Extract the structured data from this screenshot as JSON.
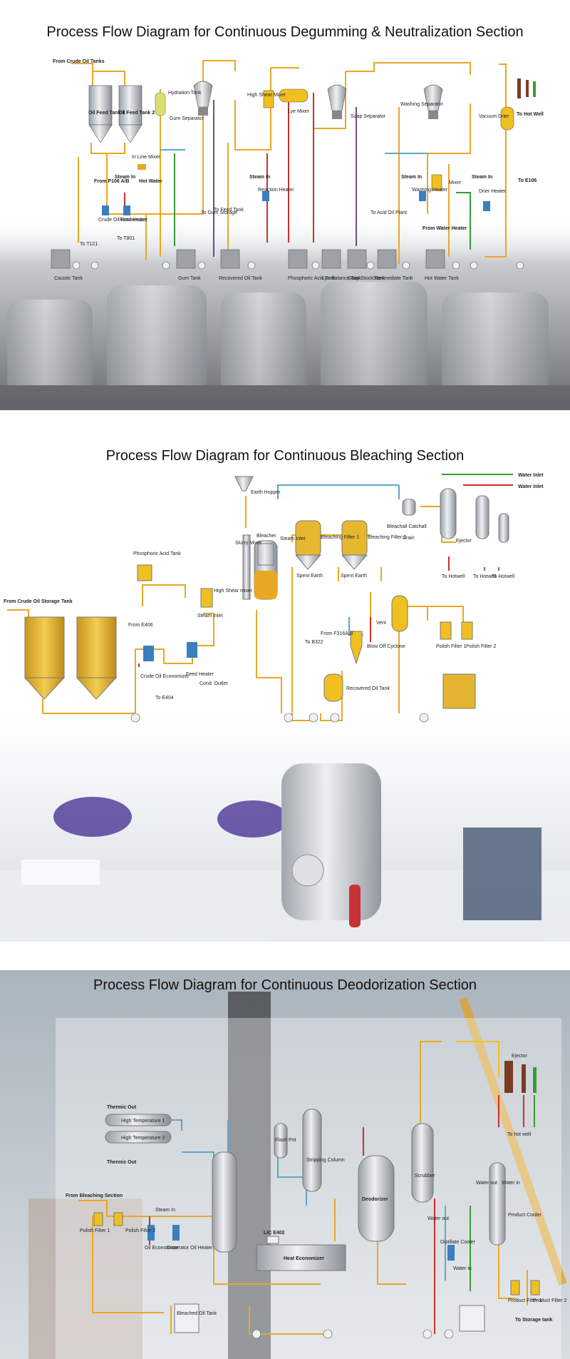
{
  "colors": {
    "pipe_oil": "#e8a824",
    "pipe_water": "#5aa8c8",
    "pipe_steam": "#c9302c",
    "pipe_green": "#3a9a3a",
    "pipe_purple": "#6a4a9a",
    "vessel": "#c8ccd2",
    "oil_fill": "#e2b430",
    "heat_exchanger": "#3a7fc0"
  },
  "section1": {
    "title": "Process Flow Diagram for Continuous Degumming & Neutralization Section",
    "labels": {
      "from_crude": "From Crude Oil Tanks",
      "tank1": "Oil Feed Tank 1",
      "tank2": "Oil Feed Tank 2",
      "hydration": "Hydration Tank",
      "gum_sep": "Gum Separator",
      "high_shear": "High Shear Mixer",
      "lye_mixer": "Lye Mixer",
      "soap_sep": "Soap Separator",
      "washing_sep": "Washing Separator",
      "vacuum_drier": "Vacuum Drier",
      "to_hot_well": "To Hot Well",
      "in_line_mixer": "In Line Mixer",
      "from_p106": "From P106 A/B",
      "steam_in1": "Steam In",
      "hot_water": "Hot Water",
      "crude_econ": "Crude Oil Economizer",
      "feed_heater": "Feed Heater",
      "to_t121": "To T121",
      "to_t801": "To T801",
      "to_gum_storage": "To Gum Storage",
      "to_feed_tank": "To Feed Tank",
      "steam_in2": "Steam In",
      "reaction_heater": "Reaction Heater",
      "to_acid_oil": "To Acid Oil Plant",
      "steam_in3": "Steam In",
      "washing_heater": "Washing Heater",
      "mixer": "Mixer",
      "steam_in4": "Steam In",
      "drier_heater": "Drier Heater",
      "to_e106": "To E106",
      "from_water_heater": "From Water Heater",
      "caustic": "Caustic Tank",
      "gum_tank": "Gum Tank",
      "recovered_oil": "Recovered Oil Tank",
      "phosphoric": "Phosphoric Acid Tank",
      "lye_balance": "Lye Balance Tank",
      "soap_stock": "Soap Stock Tank",
      "intermediate": "Intermediate Tank",
      "hot_water_tank": "Hot Water Tank"
    }
  },
  "section2": {
    "title": "Process Flow Diagram for Continuous Bleaching Section",
    "labels": {
      "earth_hopper": "Earth Hopper",
      "water_inlet1": "Water Inlet",
      "water_inlet2": "Water Inlet",
      "bleachall": "Bleachall Catchall",
      "drain": "Drain",
      "ejector": "Ejector",
      "to_hotwell1": "To Hotwell",
      "to_hotwell2": "To Hotwell",
      "to_hotwell3": "To Hotwell",
      "phosphoric": "Phosphoric Acid Tank",
      "slurry_mixer": "Slurry Mixer",
      "bleacher": "Bleacher",
      "steam_inlet1": "Steam Inlet",
      "steam_inlet2": "Steam Inlet",
      "bf1": "Bleaching Filter 1",
      "bf2": "Bleaching Filter 2",
      "spent1": "Spent Earth",
      "spent2": "Spent Earth",
      "high_shear": "High Shear mixer",
      "from_storage": "From Crude Oil Storage Tank",
      "from_e406": "From E406",
      "crude_econ": "Crude Oil Economizer",
      "feed_heater": "Feed Heater",
      "to_e404": "To E404",
      "cond_outlet": "Cond. Outlet",
      "to_b322": "To B322",
      "from_f316": "From F316A,B",
      "vent": "Vent",
      "blow_off": "Blow Off Cyclone",
      "recovered": "Recovered Oil Tank",
      "polish1": "Polish Filter 1",
      "polish2": "Polish Filter 2"
    }
  },
  "section3": {
    "title": "Process Flow Diagram for Continuous Deodorization Section",
    "labels": {
      "thermic_out1": "Thermic Out",
      "thermic_out2": "Thermic Out",
      "ht1": "High Temperature 1",
      "ht2": "High Temperature 2",
      "flash_pot": "Flash Pot",
      "stripping": "Stripping Column",
      "deodorizer": "Deodorizer",
      "scrubber": "Scrubber",
      "ejector": "Ejector",
      "to_hot_well": "To hot well",
      "from_bleaching": "From Bleaching Section",
      "polish1": "Polish Filter 1",
      "polish2": "Polish Filter 2",
      "steam_in": "Steam In",
      "oil_econ": "Oil Economizer",
      "deaerator": "Deaerator Oil Heater",
      "lic": "LIC E402",
      "heat_econ": "Heat Economizer",
      "water_out1": "Water out",
      "water_out2": "Water out",
      "water_in1": "Water in",
      "water_in2": "Water in",
      "distillate": "Distillate Cooler",
      "product_cooler": "Product Cooler",
      "product_f1": "Product Filter 1",
      "product_f2": "Product Filter 2",
      "to_storage": "To Storage tank",
      "bleached_oil": "Bleached Oil Tank"
    }
  }
}
